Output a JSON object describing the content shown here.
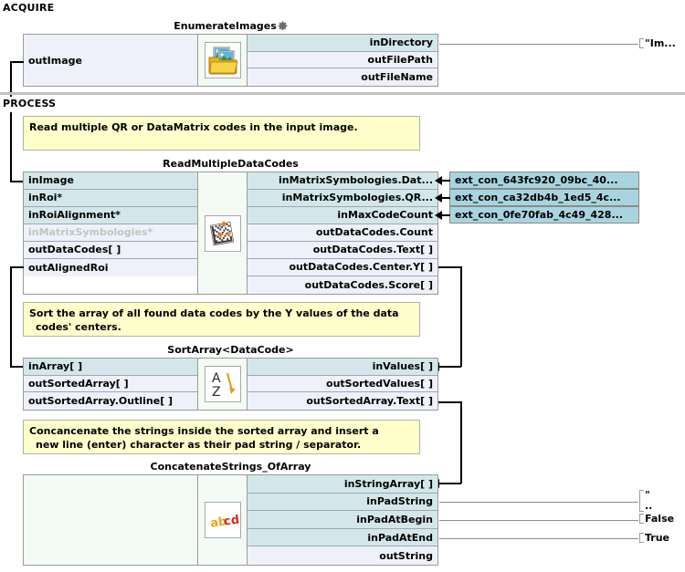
{
  "sections": [
    {
      "name": "acquire",
      "label": "ACQUIRE"
    },
    {
      "name": "process",
      "label": "PROCESS"
    }
  ],
  "blocks": [
    {
      "id": "enumerate_images",
      "title": "EnumerateImages",
      "has_gear": true,
      "icon": "folder-images-icon",
      "left_ports": [
        {
          "label": "outImage",
          "kind": "out"
        }
      ],
      "right_ports": [
        {
          "label": "inDirectory",
          "kind": "in"
        },
        {
          "label": "outFilePath",
          "kind": "out"
        },
        {
          "label": "outFileName",
          "kind": "out"
        }
      ]
    },
    {
      "id": "read_multiple_data_codes",
      "title": "ReadMultipleDataCodes",
      "has_gear": false,
      "icon": "datamatrix-icon",
      "left_ports": [
        {
          "label": "inImage",
          "kind": "in"
        },
        {
          "label": "inRoi*",
          "kind": "in"
        },
        {
          "label": "inRoiAlignment*",
          "kind": "in"
        },
        {
          "label": "inMatrixSymbologies*",
          "kind": "disabled"
        },
        {
          "label": "outDataCodes[ ]",
          "kind": "out"
        },
        {
          "label": "outAlignedRoi",
          "kind": "out"
        }
      ],
      "right_ports": [
        {
          "label": "inMatrixSymbologies.Dat...",
          "kind": "in"
        },
        {
          "label": "inMatrixSymbologies.QR...",
          "kind": "in"
        },
        {
          "label": "inMaxCodeCount",
          "kind": "in"
        },
        {
          "label": "outDataCodes.Count",
          "kind": "out"
        },
        {
          "label": "outDataCodes.Text[ ]",
          "kind": "out"
        },
        {
          "label": "outDataCodes.Center.Y[ ]",
          "kind": "out"
        },
        {
          "label": "outDataCodes.Score[ ]",
          "kind": "out"
        }
      ]
    },
    {
      "id": "sort_array",
      "title": "SortArray<DataCode>",
      "has_gear": false,
      "icon": "sort-az-icon",
      "left_ports": [
        {
          "label": "inArray[ ]",
          "kind": "in"
        },
        {
          "label": "outSortedArray[ ]",
          "kind": "out"
        },
        {
          "label": "outSortedArray.Outline[ ]",
          "kind": "out"
        }
      ],
      "right_ports": [
        {
          "label": "inValues[ ]",
          "kind": "in"
        },
        {
          "label": "outSortedValues[ ]",
          "kind": "out"
        },
        {
          "label": "outSortedArray.Text[ ]",
          "kind": "out"
        }
      ]
    },
    {
      "id": "concatenate_strings_of_array",
      "title": "ConcatenateStrings_OfArray",
      "has_gear": false,
      "icon": "abcd-text-icon",
      "left_ports": [],
      "right_ports": [
        {
          "label": "inStringArray[ ]",
          "kind": "in"
        },
        {
          "label": "inPadString",
          "kind": "in"
        },
        {
          "label": "inPadAtBegin",
          "kind": "in"
        },
        {
          "label": "inPadAtEnd",
          "kind": "in"
        },
        {
          "label": "outString",
          "kind": "out"
        }
      ]
    }
  ],
  "comments": [
    {
      "id": "comment_read",
      "line1": "Read multiple QR or DataMatrix codes in the input image.",
      "line2": ""
    },
    {
      "id": "comment_sort",
      "line1": "Sort the array of all found data codes by the Y values of the data",
      "line2": "codes' centers."
    },
    {
      "id": "comment_concat",
      "line1": "Concancenate the strings inside the sorted array and insert a",
      "line2": "new line (enter) character as their pad string / separator."
    }
  ],
  "external_connectors": [
    {
      "id": "ext_datamatrix",
      "label": "ext_con_643fc920_09bc_40..."
    },
    {
      "id": "ext_qr",
      "label": "ext_con_ca32db4b_1ed5_4c..."
    },
    {
      "id": "ext_maxcount",
      "label": "ext_con_0fe70fab_4c49_428..."
    }
  ],
  "literals": [
    {
      "id": "literal_directory",
      "value": "\"Im..."
    },
    {
      "id": "literal_padstring_line1",
      "value": "\""
    },
    {
      "id": "literal_padstring_line2",
      "value": ".."
    },
    {
      "id": "literal_padatbegin",
      "value": "False"
    },
    {
      "id": "literal_padatend",
      "value": "True"
    }
  ],
  "colors": {
    "input_port": "#d3e7ea",
    "output_port": "#eef1fa",
    "comment_bg": "#ffffcc",
    "ext_connector_bg": "#a8d4e0",
    "block_border": "#9a9a9a",
    "wire": "#000000"
  }
}
